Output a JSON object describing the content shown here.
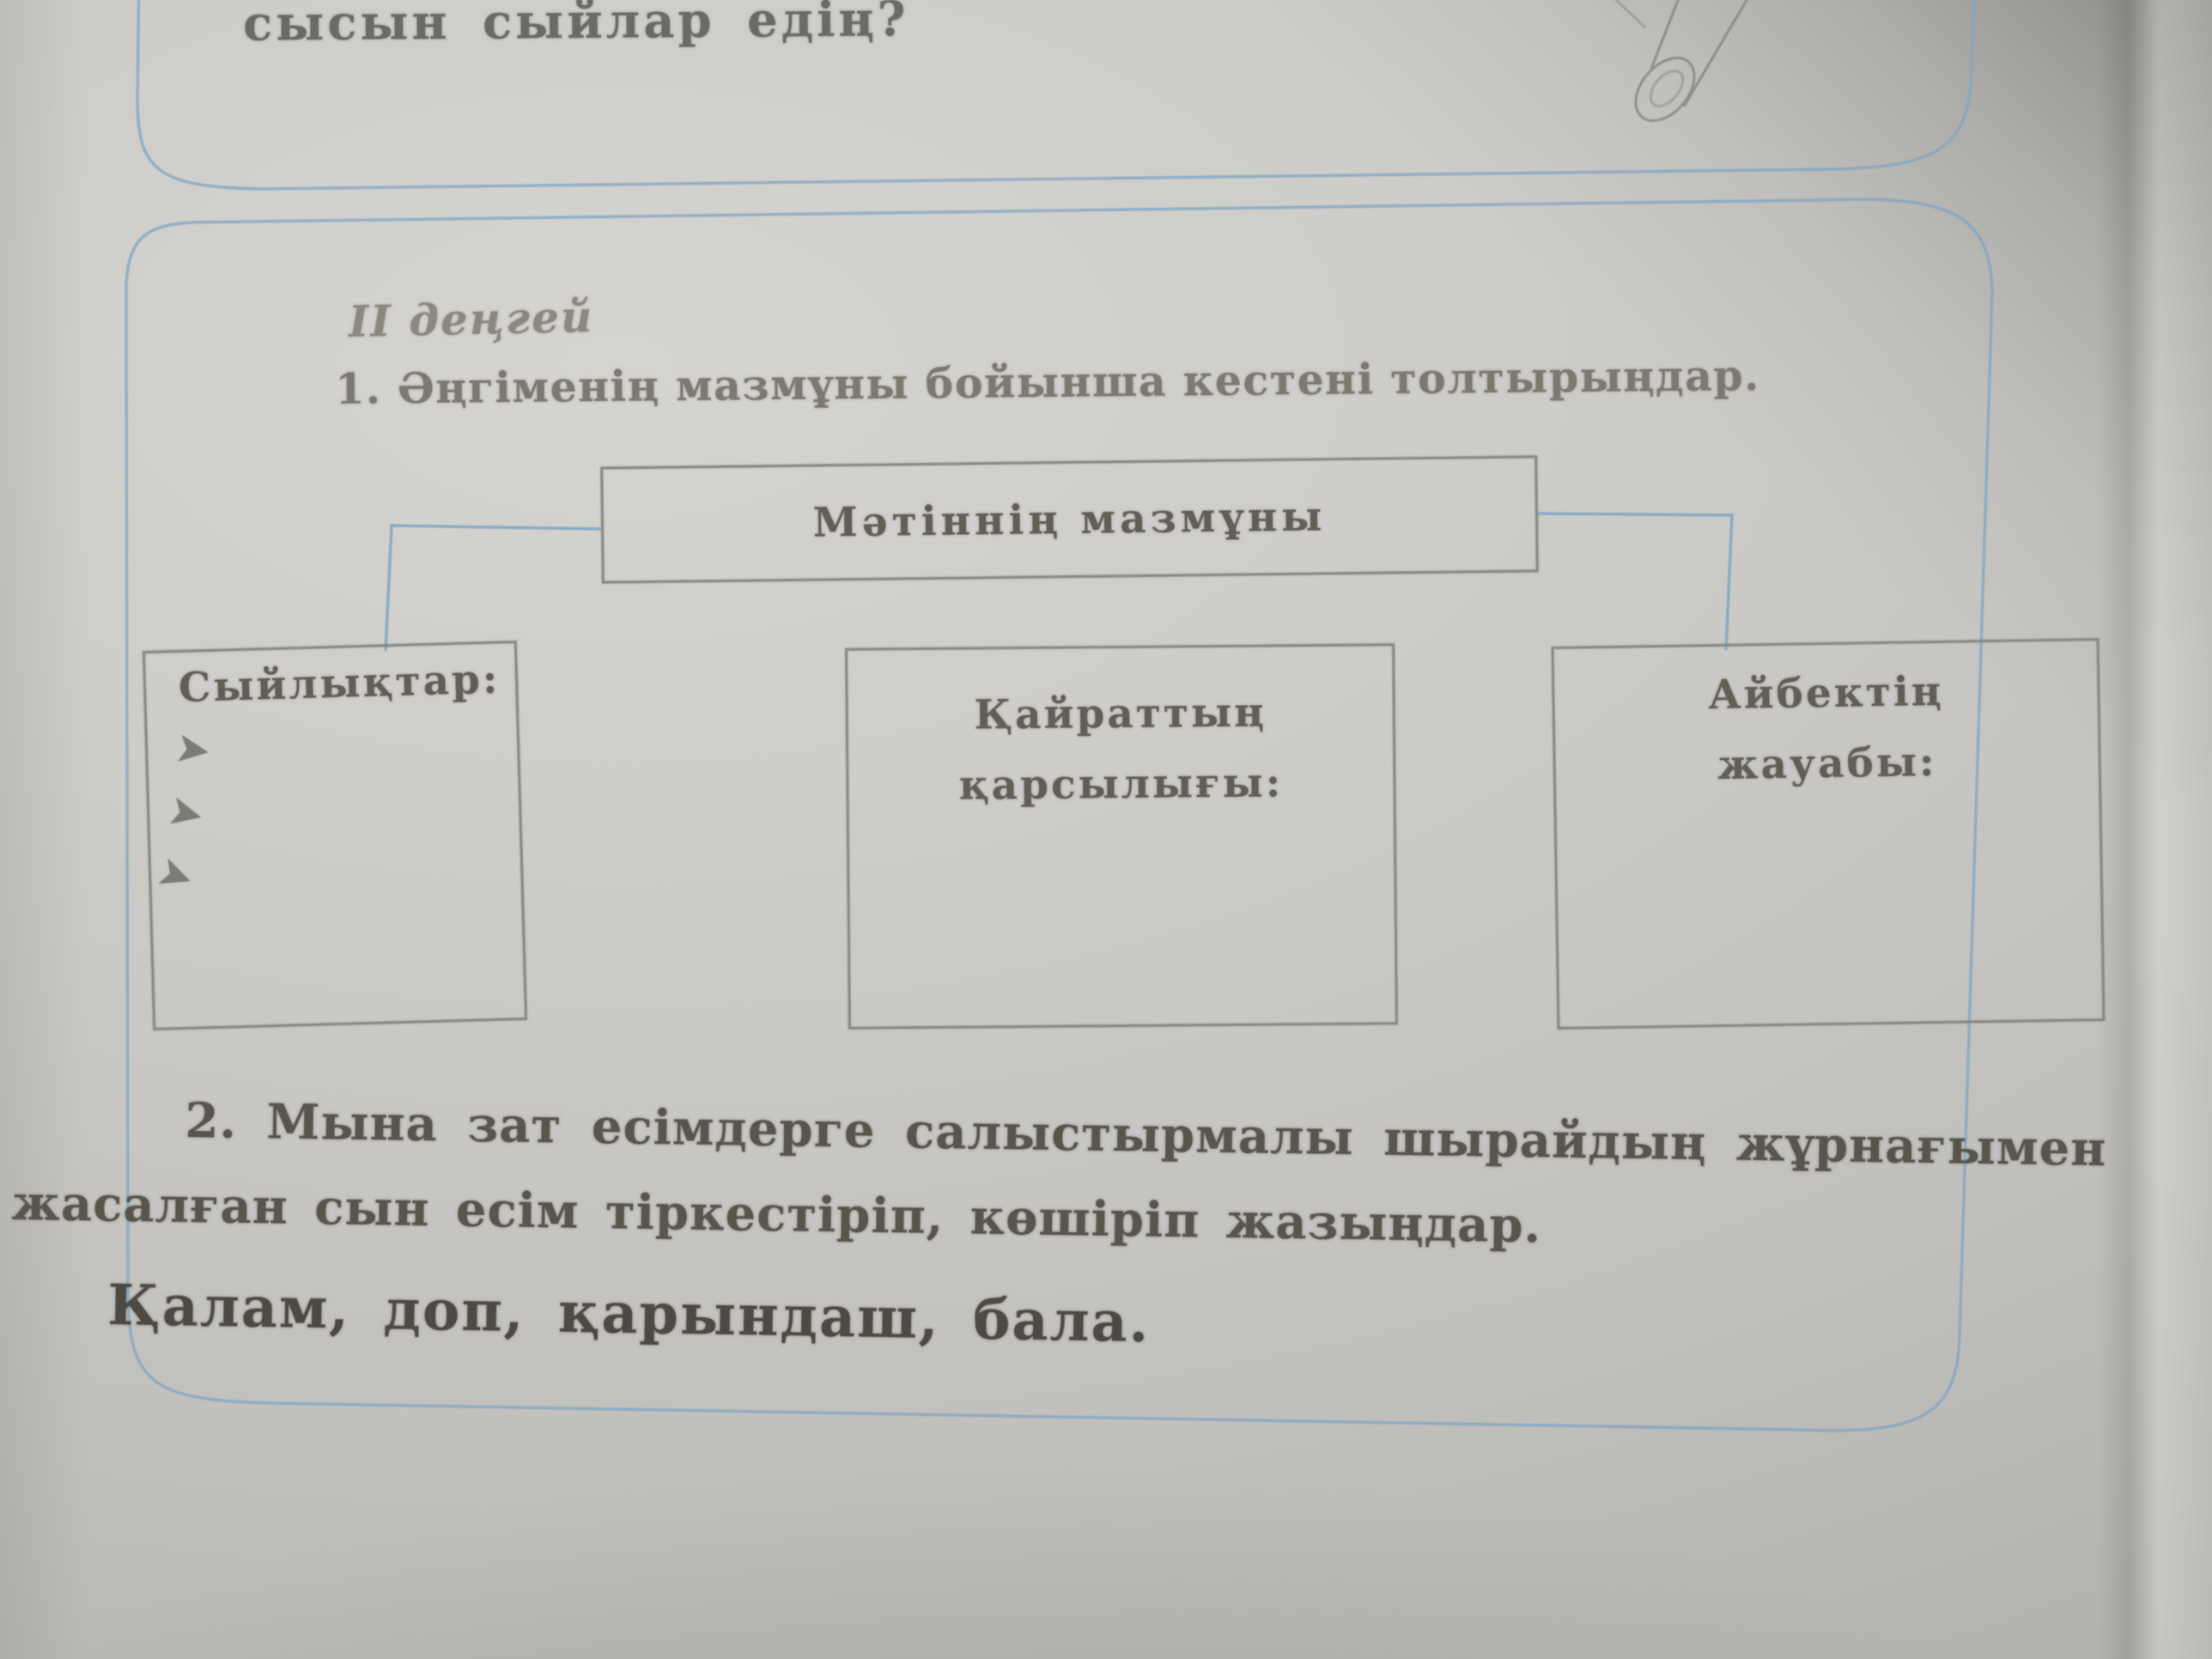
{
  "page": {
    "previous_fragment": "сысын сыйлар едің?",
    "level_label": "II деңгей",
    "task1": {
      "heading": "1. Әңгіменің мазмұны бойынша кестені толтырыңдар."
    },
    "diagram": {
      "root_label": "Мәтіннің мазмұны",
      "gifts_box": {
        "title": "Сыйлықтар:",
        "bullets": [
          "➤",
          "➤",
          "➤"
        ]
      },
      "objection_box": {
        "line1": "Қайраттың",
        "line2": "қарсылығы:"
      },
      "answer_box": {
        "line1": "Айбектің",
        "line2": "жауабы:"
      }
    },
    "task2": {
      "line1": "2. Мына зат есімдерге салыстырмалы шырайдың жұрнағымен",
      "line2": "жасалған сын есім тіркестіріп, көшіріп жазыңдар.",
      "word_list": "Қалам, доп, қарындаш, бала."
    },
    "colors": {
      "frame_blue": "#7fa6c4",
      "box_border_gray": "#8b8a83",
      "ink_dark": "#55534b",
      "ink_medium": "#6f6d64",
      "ink_faded": "#8b897f",
      "paper": "#c8c7c3"
    }
  }
}
